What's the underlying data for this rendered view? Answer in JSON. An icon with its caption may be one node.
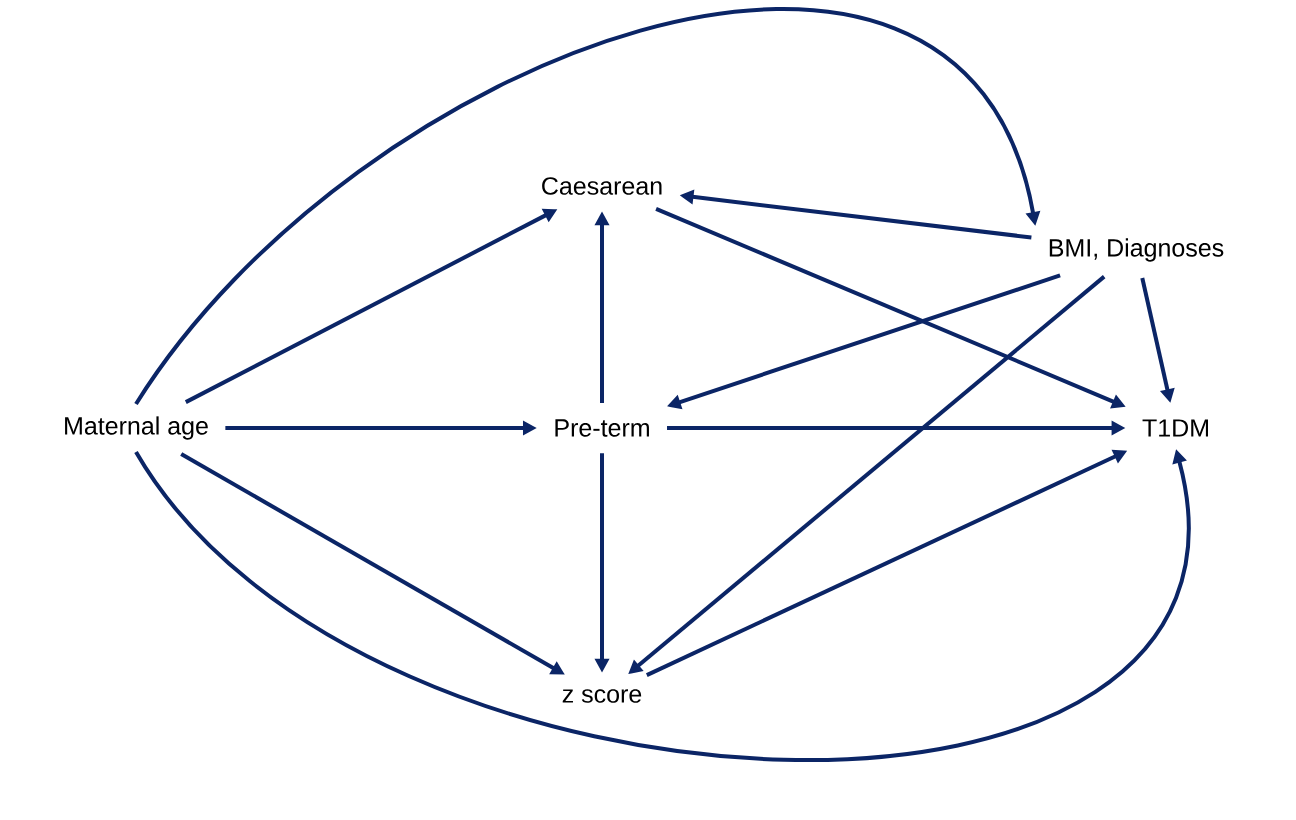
{
  "diagram": {
    "nodes": [
      {
        "text": [
          "Maternal age"
        ]
      },
      {
        "text": [
          "Caesarean"
        ]
      },
      {
        "text": [
          "BMI, Diagnoses"
        ]
      },
      {
        "text": [
          "Pre-term"
        ]
      },
      {
        "text": [
          "T1DM"
        ]
      },
      {
        "text": [
          "z score"
        ]
      }
    ],
    "edges": [
      {
        "from": 0,
        "to": 1,
        "arrow": "to"
      },
      {
        "from": 0,
        "to": 3,
        "arrow": "to"
      },
      {
        "from": 0,
        "to": 5,
        "arrow": "to"
      },
      {
        "from": 0,
        "to": 2,
        "arrow": "to"
      },
      {
        "from": 0,
        "to": 4,
        "arrow": "to"
      },
      {
        "from": 3,
        "to": 1,
        "arrow": "to"
      },
      {
        "from": 3,
        "to": 5,
        "arrow": "to"
      },
      {
        "from": 3,
        "to": 4,
        "arrow": "to"
      },
      {
        "from": 1,
        "to": 4,
        "arrow": "to"
      },
      {
        "from": 2,
        "to": 1,
        "arrow": "to"
      },
      {
        "from": 2,
        "to": 3,
        "arrow": "to"
      },
      {
        "from": 2,
        "to": 5,
        "arrow": "to"
      },
      {
        "from": 2,
        "to": 4,
        "arrow": "to"
      },
      {
        "from": 5,
        "to": 4,
        "arrow": "to"
      }
    ]
  }
}
